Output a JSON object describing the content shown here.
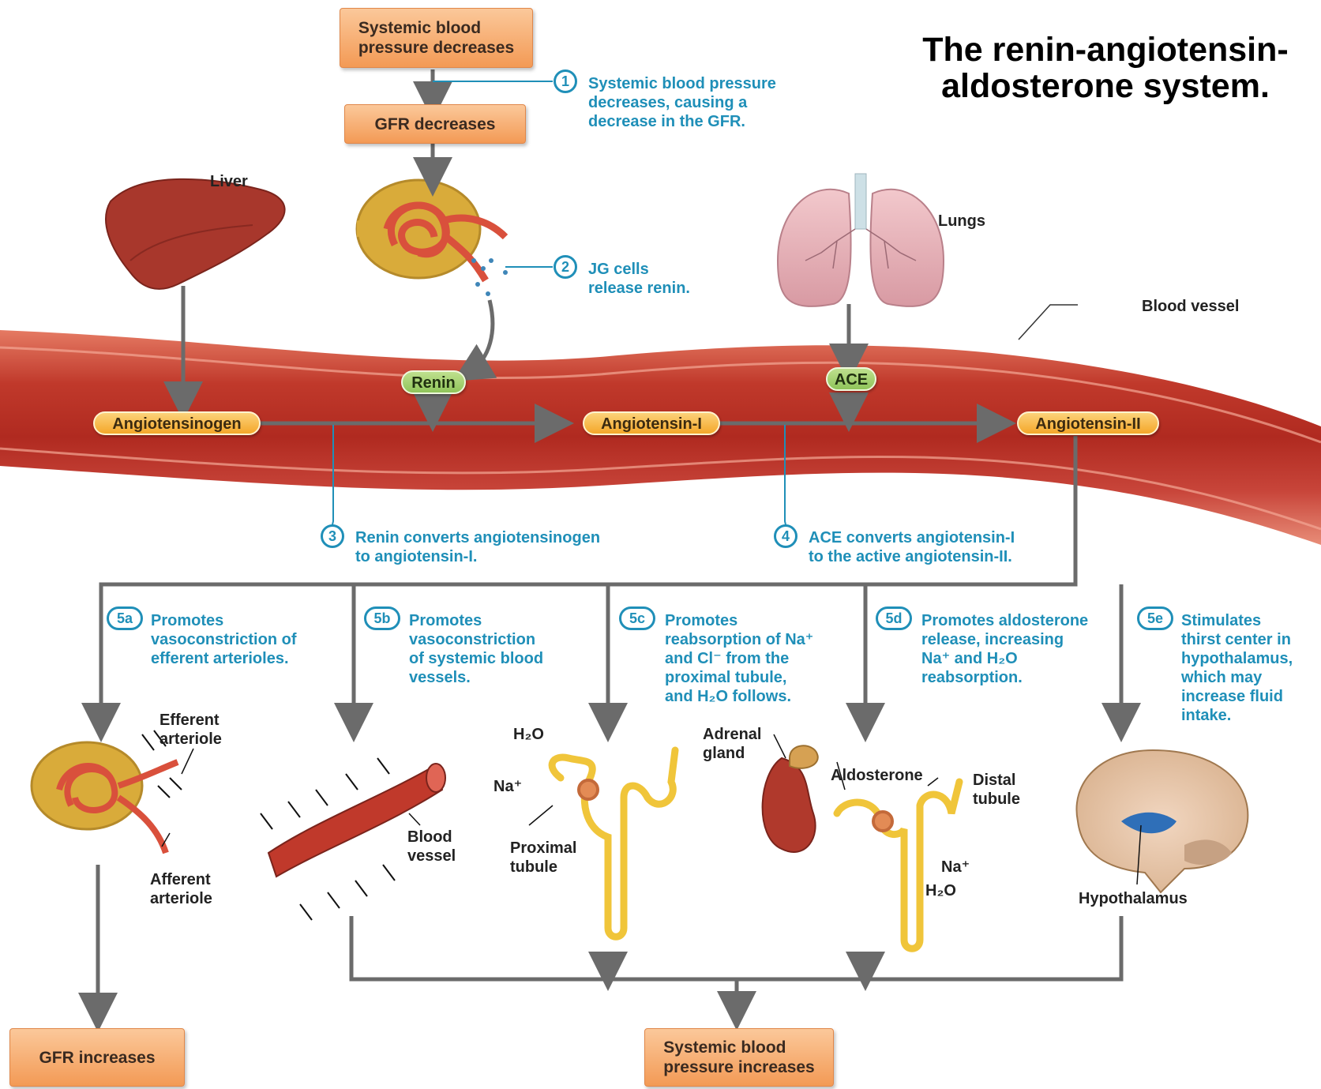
{
  "title": {
    "line1": "The renin-angiotensin-",
    "line2": "aldosterone system."
  },
  "boxes": {
    "bp_decrease": [
      "Systemic blood",
      "pressure decreases"
    ],
    "gfr_decrease": "GFR decreases",
    "gfr_increase": "GFR increases",
    "bp_increase": [
      "Systemic blood",
      "pressure increases"
    ]
  },
  "pills": {
    "angiotensinogen": "Angiotensinogen",
    "angiotensin1": "Angiotensin-I",
    "angiotensin2": "Angiotensin-II",
    "renin": "Renin",
    "ace": "ACE"
  },
  "steps": [
    {
      "badge": "1",
      "lines": [
        "Systemic blood pressure",
        "decreases, causing a",
        "decrease in the GFR."
      ]
    },
    {
      "badge": "2",
      "lines": [
        "JG cells",
        "release renin."
      ]
    },
    {
      "badge": "3",
      "lines": [
        "Renin converts angiotensinogen",
        "to angiotensin-I."
      ]
    },
    {
      "badge": "4",
      "lines": [
        "ACE converts angiotensin-I",
        "to the active angiotensin-II."
      ]
    },
    {
      "badge": "5a",
      "lines": [
        "Promotes",
        "vasoconstriction of",
        "efferent arterioles."
      ]
    },
    {
      "badge": "5b",
      "lines": [
        "Promotes",
        "vasoconstriction",
        "of systemic blood",
        "vessels."
      ]
    },
    {
      "badge": "5c",
      "lines": [
        "Promotes",
        "reabsorption of Na⁺",
        "and  Cl⁻ from the",
        "proximal tubule,",
        "and H₂O follows."
      ]
    },
    {
      "badge": "5d",
      "lines": [
        "Promotes aldosterone",
        "release, increasing",
        "Na⁺ and H₂O",
        "reabsorption."
      ]
    },
    {
      "badge": "5e",
      "lines": [
        "Stimulates",
        "thirst center in",
        "hypothalamus,",
        "which may",
        "increase fluid",
        "intake."
      ]
    }
  ],
  "labels": {
    "liver": "Liver",
    "lungs": "Lungs",
    "blood_vessel_top": "Blood vessel",
    "efferent": [
      "Efferent",
      "arteriole"
    ],
    "afferent": [
      "Afferent",
      "arteriole"
    ],
    "blood_vessel": [
      "Blood",
      "vessel"
    ],
    "h2o_1": "H₂O",
    "na_1": "Na⁺",
    "proximal": [
      "Proximal",
      "tubule"
    ],
    "adrenal": [
      "Adrenal",
      "gland"
    ],
    "aldosterone": "Aldosterone",
    "distal": [
      "Distal",
      "tubule"
    ],
    "na_2": "Na⁺",
    "h2o_2": "H₂O",
    "hypothalamus": "Hypothalamus"
  },
  "colors": {
    "step_text": "#1f8fb8",
    "arrow": "#6b6b6b",
    "vessel": "#c8392b",
    "box": "#f5a264",
    "pill": "#f4a72a",
    "pill_green": "#8fc45a"
  }
}
